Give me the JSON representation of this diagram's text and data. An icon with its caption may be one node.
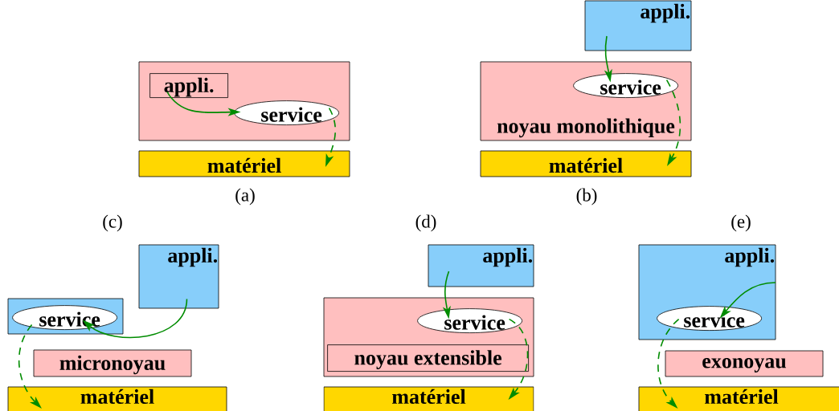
{
  "diagram": {
    "nodes": [
      {
        "text": [],
        "shape": "box"
      },
      {
        "text": [
          "appli."
        ],
        "in": 0
      },
      {
        "text": [
          "service"
        ],
        "in": 0
      },
      {
        "text": [
          "matériel"
        ]
      },
      {
        "text": [
          "appli."
        ]
      },
      {
        "text": [
          "noyau monolithique"
        ]
      },
      {
        "text": [
          "service"
        ],
        "in": 5
      },
      {
        "text": [
          "matériel"
        ]
      },
      {
        "text": [
          "appli."
        ]
      },
      {
        "text": [],
        "shape": "box"
      },
      {
        "text": [
          "service"
        ],
        "in": 9
      },
      {
        "text": [
          "micronoyau"
        ]
      },
      {
        "text": [
          "matériel"
        ]
      },
      {
        "text": [
          "appli."
        ]
      },
      {
        "text": [],
        "shape": "box"
      },
      {
        "text": [
          "service"
        ],
        "in": 14
      },
      {
        "text": [
          "noyau extensible"
        ],
        "in": 14
      },
      {
        "text": [
          "matériel"
        ]
      },
      {
        "text": [
          "appli."
        ]
      },
      {
        "text": [
          "service"
        ],
        "in": 18
      },
      {
        "text": [
          "exonoyau"
        ]
      },
      {
        "text": [
          "matériel"
        ]
      }
    ],
    "edges": [
      {
        "from": 1,
        "to": 2,
        "arrow": "to"
      },
      {
        "from": 2,
        "to": 3,
        "arrow": "to",
        "style": "dashed"
      },
      {
        "from": 4,
        "to": 6,
        "arrow": "to"
      },
      {
        "from": 6,
        "to": 7,
        "arrow": "to",
        "style": "dashed"
      },
      {
        "from": 8,
        "to": 10,
        "arrow": "to"
      },
      {
        "from": 10,
        "to": 12,
        "arrow": "to",
        "style": "dashed"
      },
      {
        "from": 13,
        "to": 15,
        "arrow": "to"
      },
      {
        "from": 15,
        "to": 17,
        "arrow": "to",
        "style": "dashed"
      },
      {
        "from": 18,
        "to": 19,
        "arrow": "to"
      },
      {
        "from": 19,
        "to": 21,
        "arrow": "to",
        "style": "dashed"
      }
    ],
    "labels": [
      "(a)",
      "(b)",
      "(c)",
      "(d)",
      "(e)"
    ]
  }
}
